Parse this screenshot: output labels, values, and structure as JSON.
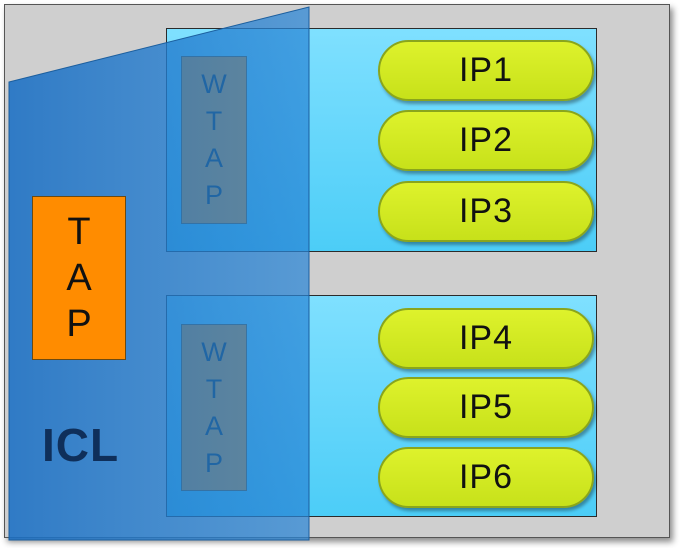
{
  "diagram": {
    "icl_label": "ICL",
    "tap_letters": [
      "T",
      "A",
      "P"
    ],
    "groups": [
      {
        "wtap_letters": [
          "W",
          "T",
          "A",
          "P"
        ],
        "ips": [
          "IP1",
          "IP2",
          "IP3"
        ]
      },
      {
        "wtap_letters": [
          "W",
          "T",
          "A",
          "P"
        ],
        "ips": [
          "IP4",
          "IP5",
          "IP6"
        ]
      }
    ],
    "colors": {
      "background": "#cfcfcf",
      "panel": "#4ccdf7",
      "ip_pill": "#c7e11a",
      "tap_box": "#ff8c00",
      "icl_region": "#1f78c8",
      "icl_text": "#0f2f5a"
    }
  }
}
